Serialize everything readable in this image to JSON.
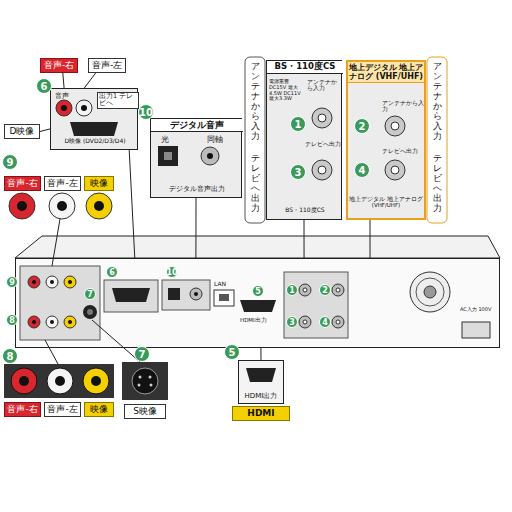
{
  "diagram": {
    "nodes": [
      {
        "text": [
          "音声",
          "出力1 テレビへ",
          "D映像 (DVD2/D3/D4)"
        ]
      },
      {
        "text": [
          "音声-右"
        ]
      },
      {
        "text": [
          "音声-左"
        ]
      },
      {
        "text": [
          "D映像"
        ]
      },
      {
        "text": [
          "音声-右"
        ]
      },
      {
        "text": [
          "音声-左"
        ]
      },
      {
        "text": [
          "映像"
        ]
      },
      {
        "text": [
          "デジタル音声",
          "光",
          "同軸",
          "デジタル音声出力"
        ]
      },
      {
        "text": [
          "BS・110度CS",
          "電源重畳 DC15V 最大4.5W DC11V 最大3.3W",
          "アンテナから入力",
          "テレビへ出力",
          "BS・110度CS"
        ]
      },
      {
        "text": [
          "アンテナから入力"
        ]
      },
      {
        "text": [
          "テレビへ出力"
        ]
      },
      {
        "text": [
          "地上デジタル 地上アナログ (VHF/UHF)",
          "アンテナから入力",
          "テレビへ出力",
          "地上デジタル 地上アナログ (VHF/UHF)"
        ]
      },
      {
        "text": [
          "アンテナから入力"
        ]
      },
      {
        "text": [
          "テレビへ出力"
        ]
      },
      {
        "text": [
          "LAN",
          "HDMI出力",
          "AC入力 100V"
        ]
      },
      {
        "text": [
          "音声-右"
        ]
      },
      {
        "text": [
          "音声-左"
        ]
      },
      {
        "text": [
          "映像"
        ]
      },
      {
        "text": [
          "S映像"
        ]
      },
      {
        "text": [
          "HDMI出力"
        ]
      },
      {
        "text": [
          "HDMI"
        ]
      }
    ],
    "edges": [
      {
        "from": 1,
        "to": 0,
        "arrow": "none"
      },
      {
        "from": 2,
        "to": 0,
        "arrow": "none"
      },
      {
        "from": 3,
        "to": 0,
        "arrow": "none"
      },
      {
        "from": 0,
        "to": 14,
        "arrow": "none"
      },
      {
        "from": 7,
        "to": 14,
        "arrow": "none"
      },
      {
        "from": 8,
        "to": 14,
        "arrow": "none"
      },
      {
        "from": 11,
        "to": 14,
        "arrow": "none"
      },
      {
        "from": 19,
        "to": 14,
        "arrow": "none"
      }
    ],
    "labels": [
      "6",
      "9",
      "10",
      "1",
      "3",
      "2",
      "4",
      "9",
      "8",
      "7",
      "6",
      "10",
      "5",
      "1",
      "3",
      "2",
      "4",
      "8",
      "7",
      "5"
    ]
  }
}
